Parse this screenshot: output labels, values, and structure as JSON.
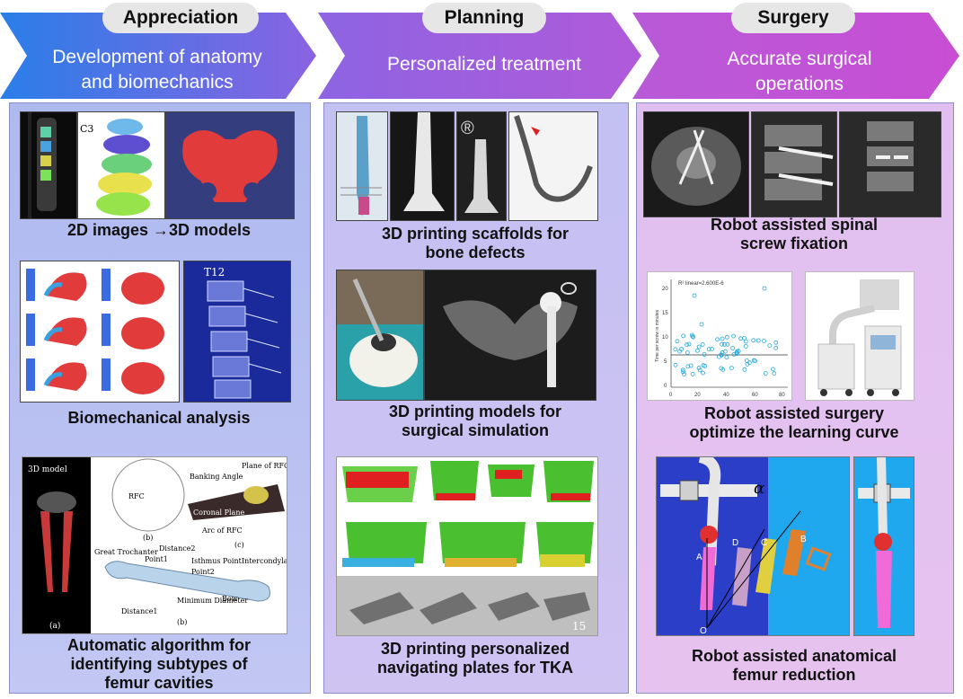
{
  "columns": [
    {
      "stage": "Appreciation",
      "header": [
        "Development of anatomy",
        "and biomechanics"
      ],
      "captions": [
        [
          "2D images →3D models"
        ],
        [
          "Biomechanical analysis"
        ],
        [
          "Automatic algorithm for",
          "identifying  subtypes  of",
          "femur cavities"
        ]
      ],
      "labels": {
        "c3": "C3",
        "t12": "T12",
        "model3d": "3D model",
        "rfc": "RFC",
        "banking": "Banking Angle",
        "plane_rfc": "Plane of RFC",
        "coronal": "Coronal Plane",
        "arc": "Arc of RFC",
        "great_troch": "Great Trochanter",
        "point1": "Point1",
        "distance2": "Distance2",
        "isthmus": "Isthmus Point",
        "point2": "Point2",
        "intercondylar": "Intercondylar Point",
        "distance1": "Distance1",
        "min_diam": "Minimum Diameter",
        "bow": "Bow",
        "sub_a": "(a)",
        "sub_b": "(b)",
        "sub_c": "(c)"
      }
    },
    {
      "stage": "Planning",
      "header": [
        "Personalized  treatment"
      ],
      "captions": [
        [
          "3D printing scaffolds for",
          "bone defects"
        ],
        [
          "3D printing models  for",
          "surgical simulation"
        ],
        [
          "3D printing personalized",
          "navigating plates for TKA"
        ]
      ],
      "labels": {
        "r_mark": "®",
        "fig_num": "15"
      }
    },
    {
      "stage": "Surgery",
      "header": [
        "Accurate surgical",
        "operations"
      ],
      "captions": [
        [
          "Robot assisted spinal",
          "screw fixation"
        ],
        [
          "Robot assisted surgery",
          "optimize the learning curve"
        ],
        [
          "Robot assisted anatomical",
          "femur reduction"
        ]
      ],
      "labels": {
        "alpha": "α",
        "pt_a": "A",
        "pt_b": "B",
        "pt_c": "C",
        "pt_d": "D",
        "pt_o": "O",
        "r2": "R² linear=2.600E-6",
        "ylab": "Time per screw in minutes",
        "x_ticks": [
          "0",
          "20",
          "40",
          "60",
          "80"
        ],
        "y_ticks": [
          "20",
          "15",
          "10",
          "5",
          "0"
        ]
      }
    }
  ],
  "colors": {
    "header_left": "#2f7fe6",
    "header_mid": "#8f5be0",
    "header_right": "#c54fd6",
    "panel1": "#b9c3f2",
    "panel2": "#c9c2f1",
    "panel3": "#e3c0ee"
  }
}
